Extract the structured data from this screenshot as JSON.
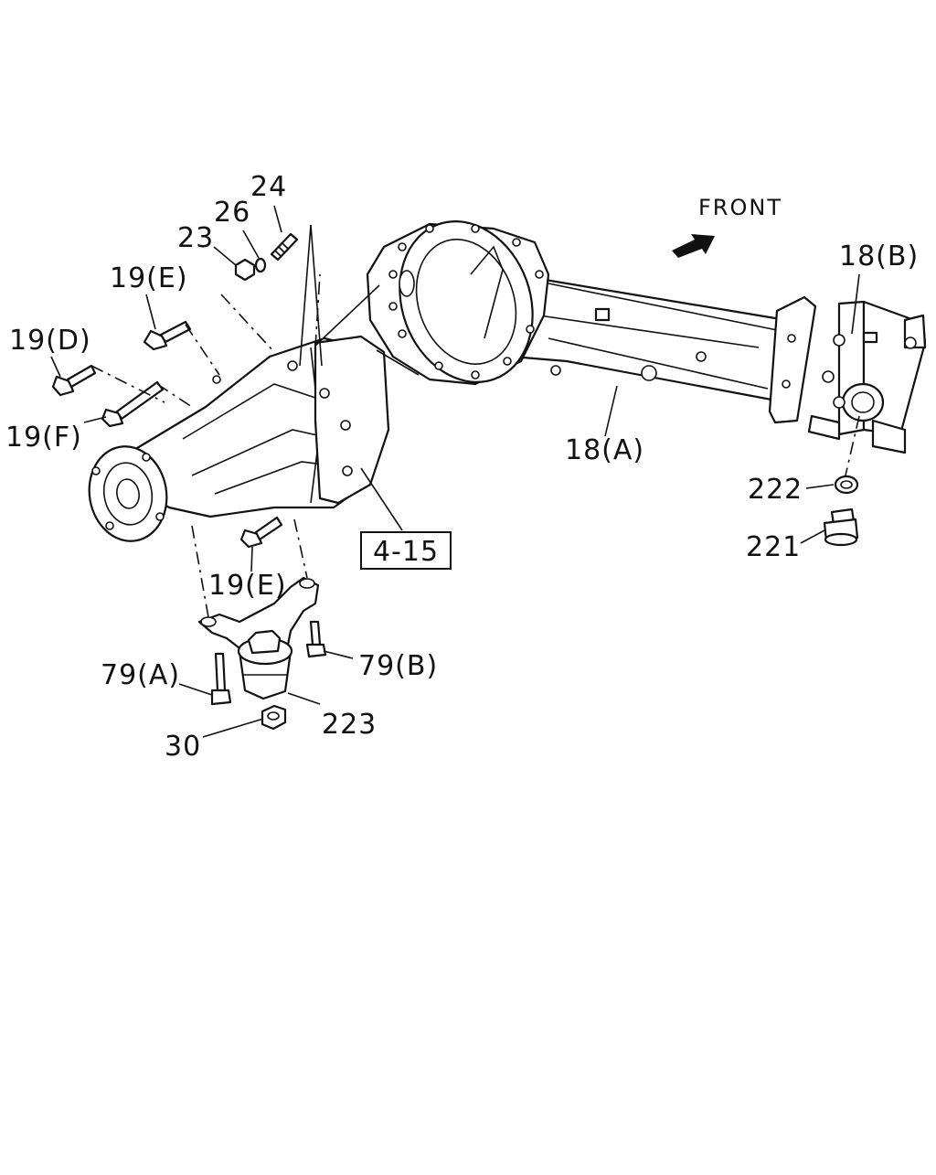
{
  "front_label": "FRONT",
  "ref_box_label": "4-15",
  "callouts": {
    "c24": "24",
    "c26": "26",
    "c23": "23",
    "c19E_top": "19(E)",
    "c19D": "19(D)",
    "c19F": "19(F)",
    "c18B": "18(B)",
    "c18A": "18(A)",
    "c222": "222",
    "c221": "221",
    "c19E_bottom": "19(E)",
    "c79A": "79(A)",
    "c79B": "79(B)",
    "c223": "223",
    "c30": "30"
  }
}
